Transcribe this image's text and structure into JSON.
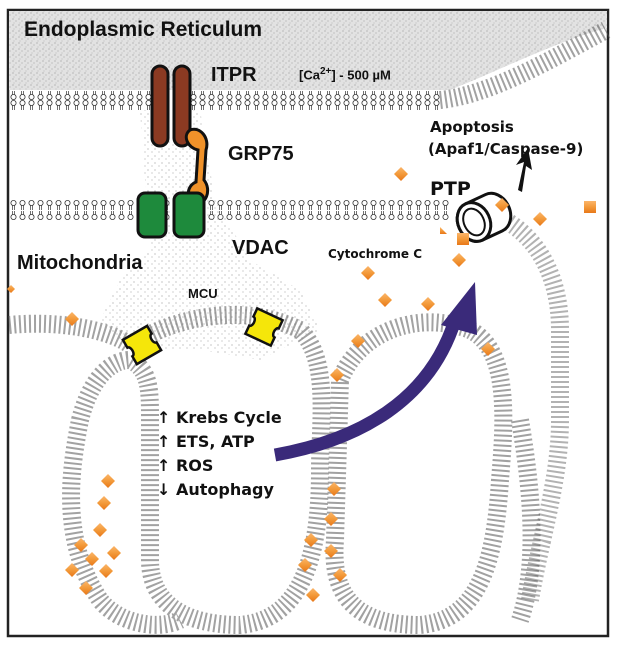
{
  "title": "Endoplasmic Reticulum",
  "labels": {
    "er": "Endoplasmic Reticulum",
    "itpr": "ITPR",
    "calcium_prefix": "[Ca",
    "calcium_sup": "2+",
    "calcium_suffix": "] - 500 µM",
    "grp75": "GRP75",
    "vdac": "VDAC",
    "mitochondria": "Mitochondria",
    "mcu": "MCU",
    "ptp": "PTP",
    "apoptosis": "Apoptosis",
    "apoptosis_sub": "(Apaf1/Caspase-9)",
    "cytochrome": "Cytochrome C"
  },
  "effects": [
    {
      "direction": "up",
      "arrow": "↑",
      "text": "Krebs Cycle"
    },
    {
      "direction": "up",
      "arrow": "↑",
      "text": "ETS, ATP"
    },
    {
      "direction": "up",
      "arrow": "↑",
      "text": "ROS"
    },
    {
      "direction": "down",
      "arrow": "↓",
      "text": "Autophagy"
    }
  ],
  "colors": {
    "itpr": "#8b3a22",
    "grp75": "#f0922a",
    "vdac": "#1e8a3c",
    "mcu": "#f5e60a",
    "arrow": "#3a2a7a",
    "cytochrome": "#f08a24",
    "er_lumen": "#d8d8d8"
  }
}
